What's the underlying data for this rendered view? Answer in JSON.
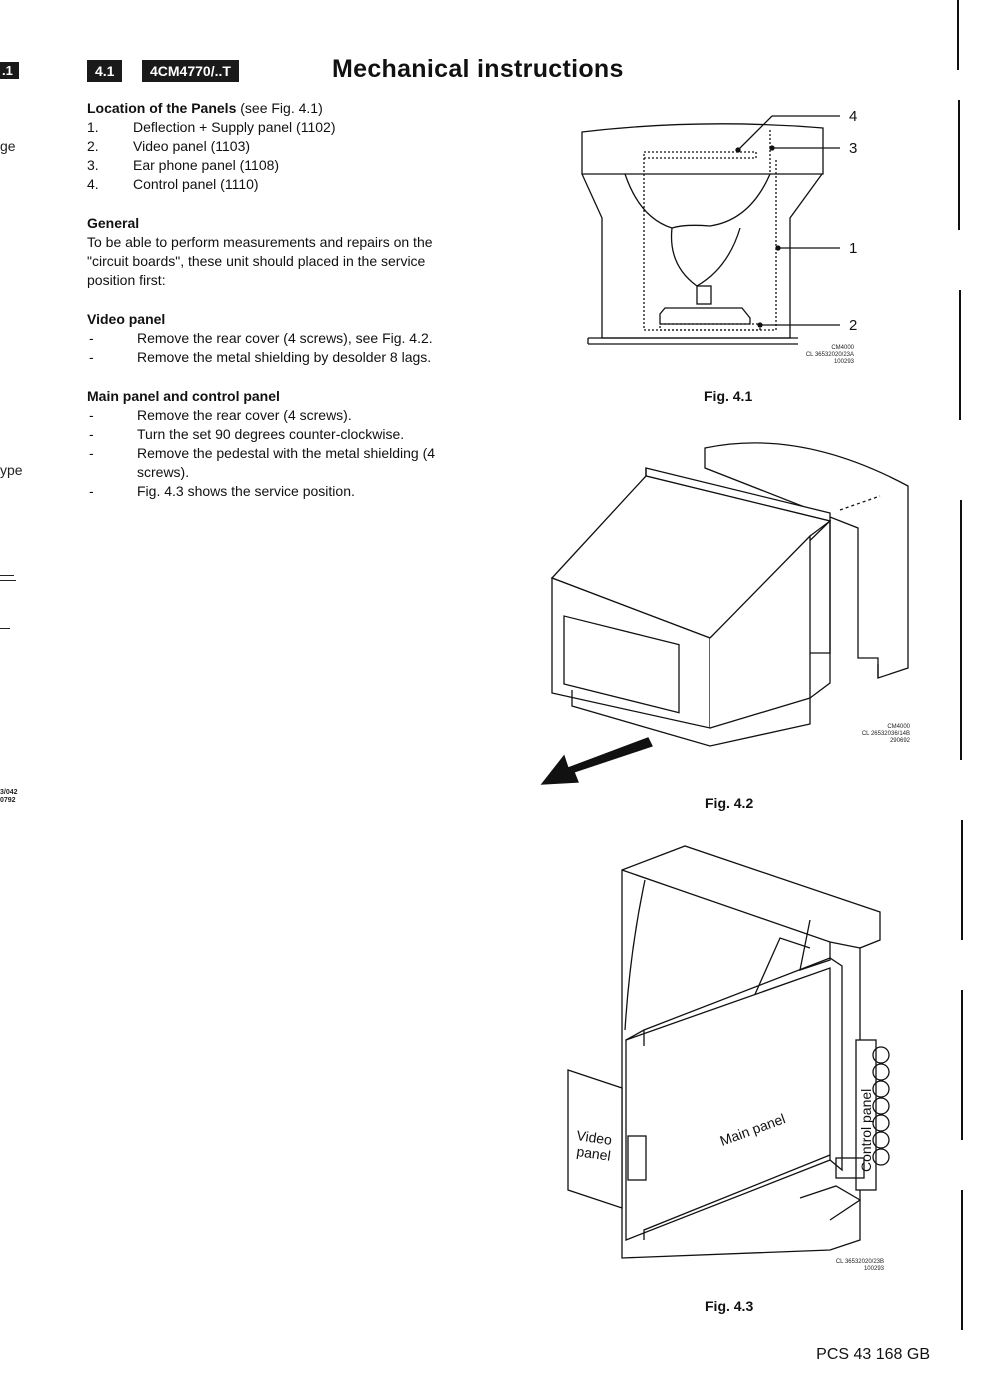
{
  "left_fragments": {
    "section": ".1",
    "ge": "ge",
    "ype": "ype",
    "code1": "3/042",
    "code2": "0792"
  },
  "header": {
    "section_badge": "4.1",
    "model_badge": "4CM4770/..T",
    "title": "Mechanical instructions"
  },
  "location": {
    "heading": "Location of the Panels",
    "heading_ref": "(see Fig. 4.1)",
    "items": [
      {
        "num": "1.",
        "text": "Deflection + Supply panel (1102)"
      },
      {
        "num": "2.",
        "text": "Video panel (1103)"
      },
      {
        "num": "3.",
        "text": "Ear phone panel (1108)"
      },
      {
        "num": "4.",
        "text": "Control panel (1110)"
      }
    ]
  },
  "general": {
    "heading": "General",
    "text": "To be able to perform measurements and repairs on the \"circuit boards\", these unit should placed in the service position first:"
  },
  "video_panel": {
    "heading": "Video panel",
    "steps": [
      "Remove the rear cover (4 screws), see Fig. 4.2.",
      "Remove the metal shielding by desolder 8 lags."
    ]
  },
  "main_panel": {
    "heading": "Main panel and control panel",
    "steps": [
      "Remove the rear cover (4 screws).",
      "Turn the set 90 degrees counter-clockwise.",
      "Remove the pedestal with the metal shielding (4 screws).",
      "Fig. 4.3 shows the service position."
    ]
  },
  "fig1": {
    "caption": "Fig. 4.1",
    "callouts": [
      "4",
      "3",
      "1",
      "2"
    ],
    "code": [
      "CM4000",
      "CL 36532020/23A",
      "100293"
    ]
  },
  "fig2": {
    "caption": "Fig. 4.2",
    "code": [
      "CM4000",
      "CL 26532036/14B",
      "290692"
    ]
  },
  "fig3": {
    "caption": "Fig. 4.3",
    "label_video": "Video",
    "label_video2": "panel",
    "label_main": "Main panel",
    "label_control": "Control panel",
    "code": [
      "CL 36532020/23B",
      "100293"
    ]
  },
  "footer": {
    "doc_code": "PCS 43 168 GB"
  }
}
